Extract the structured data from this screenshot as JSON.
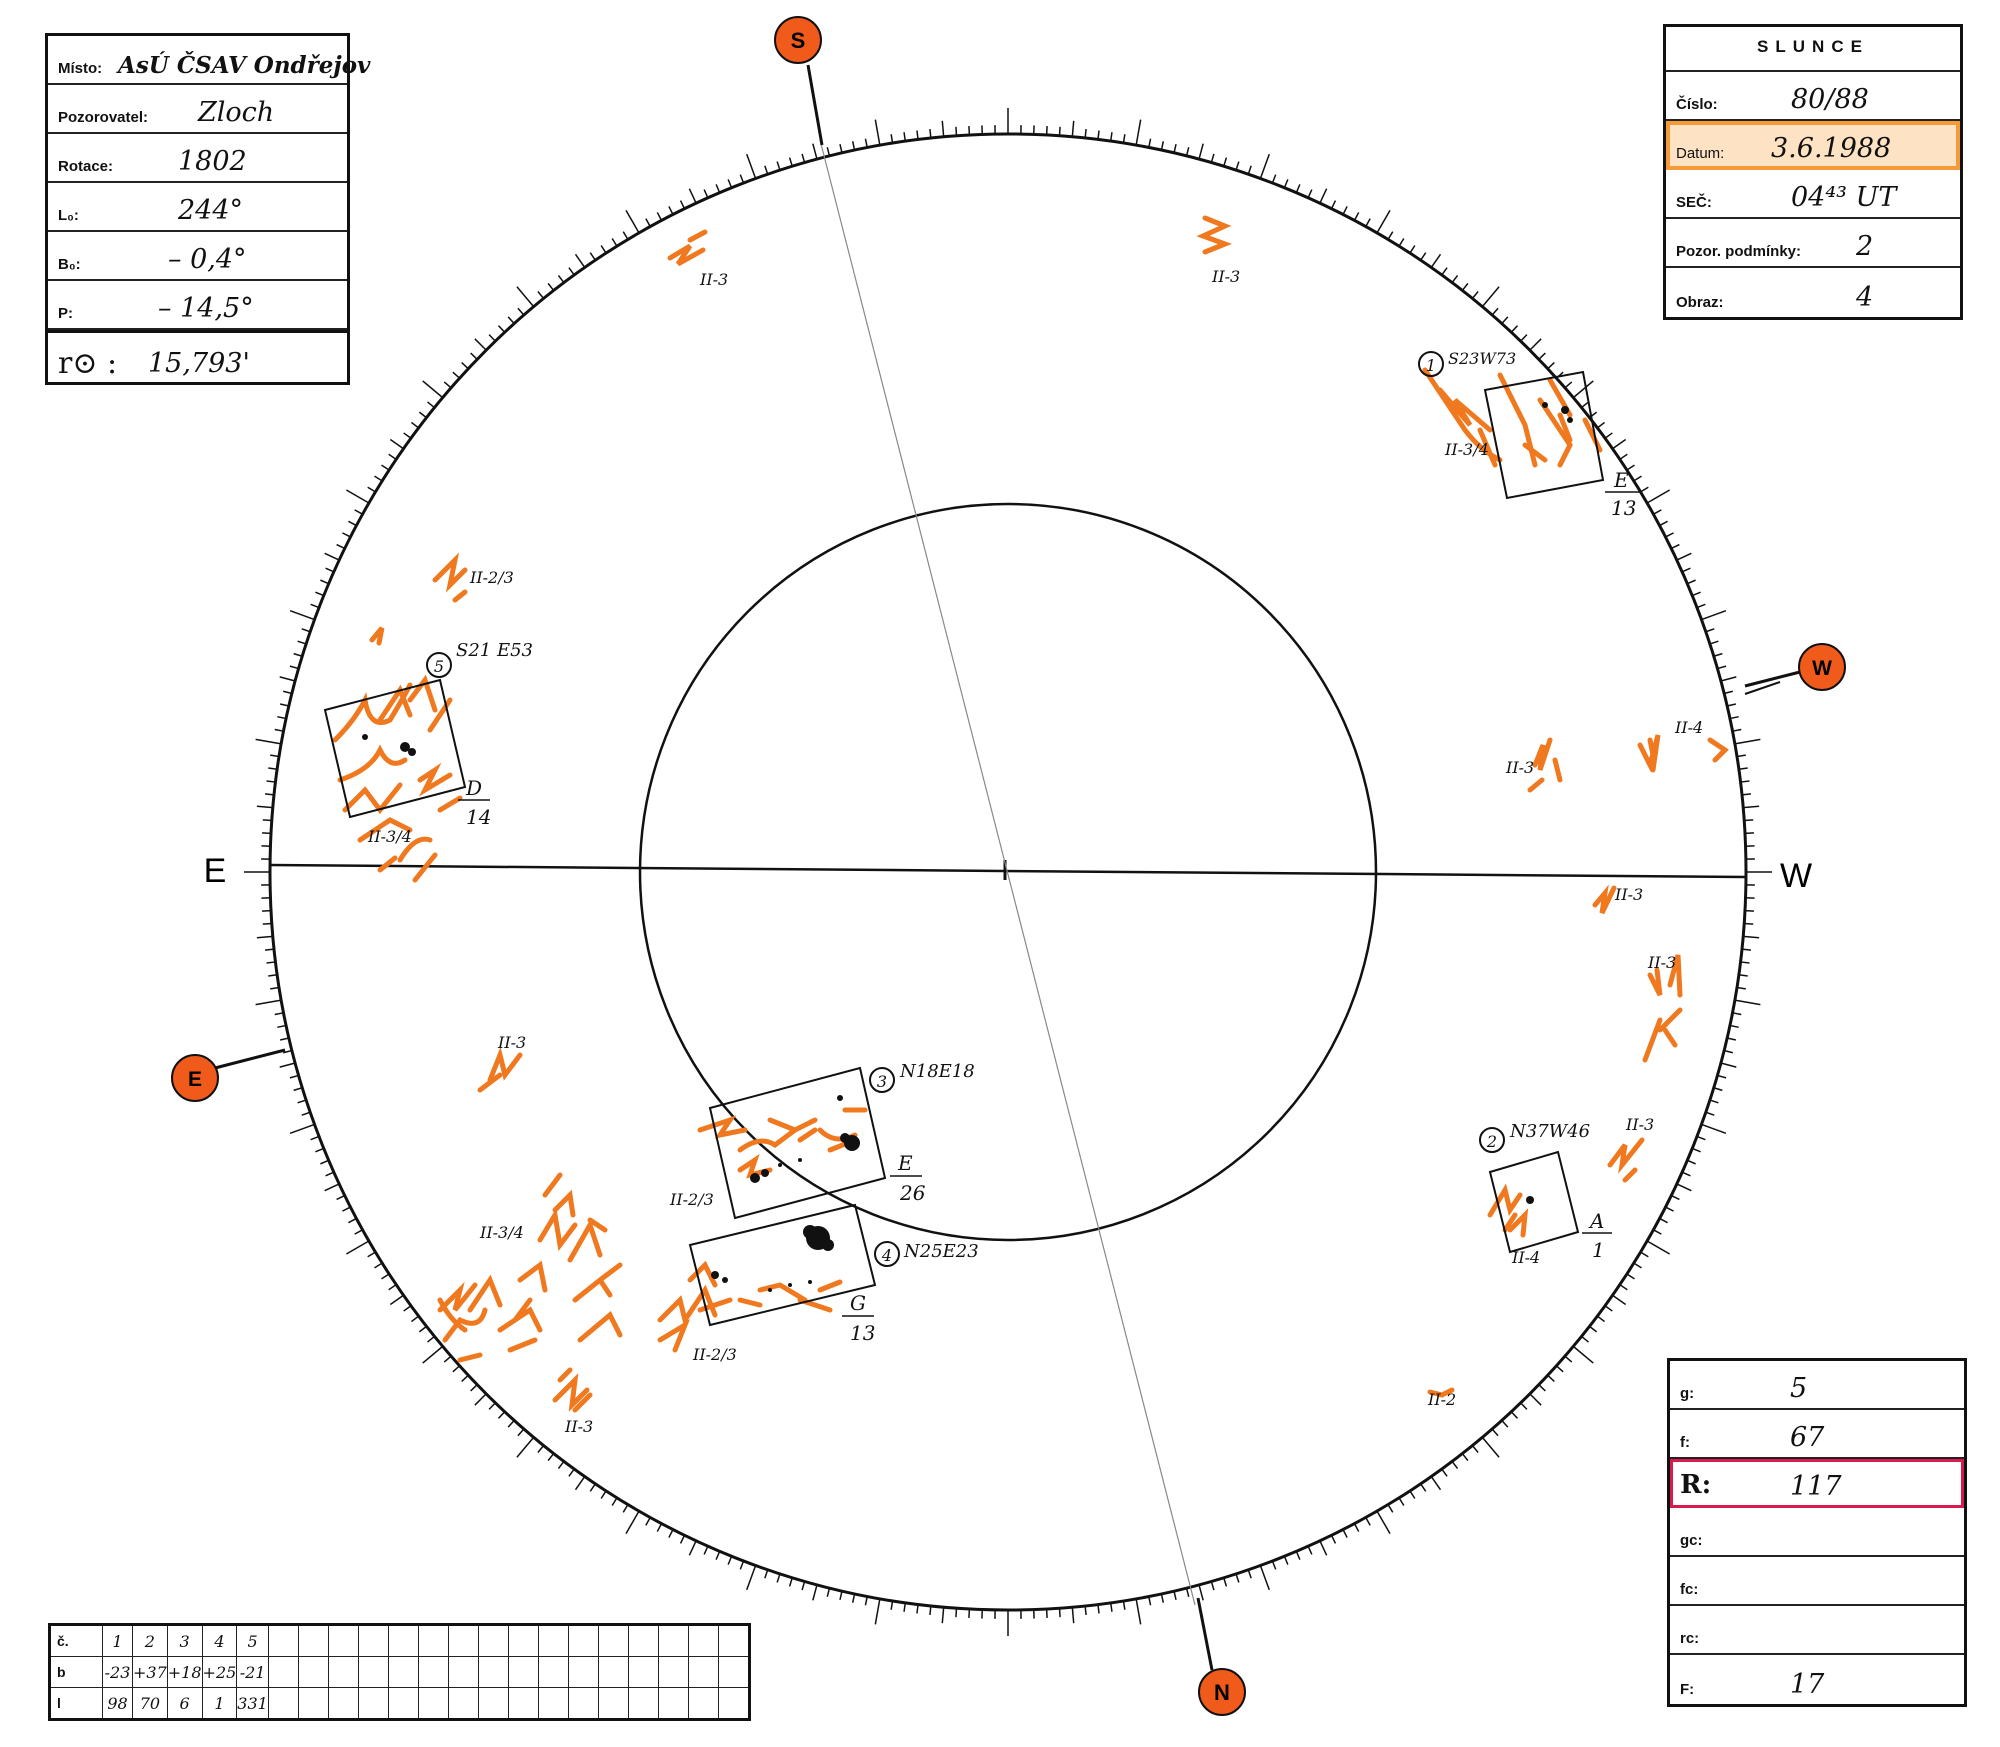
{
  "left_box": {
    "misto_label": "Místo:",
    "misto_value": "AsÚ ČSAV Ondřejov",
    "pozorovatel_label": "Pozorovatel:",
    "pozorovatel_value": "Zloch",
    "rotace_label": "Rotace:",
    "rotace_value": "1802",
    "l0_label": "L₀:",
    "l0_value": "244°",
    "b0_label": "B₀:",
    "b0_value": "– 0,4°",
    "p_label": "P:",
    "p_value": "– 14,5°",
    "r0_label": "r⊙ :",
    "r0_value": "15,793'"
  },
  "right_box": {
    "title": "SLUNCE",
    "cislo_label": "Číslo:",
    "cislo_value": "80/88",
    "datum_label": "Datum:",
    "datum_value": "3.6.1988",
    "sec_label": "SEČ:",
    "sec_value": "04⁴³ UT",
    "podminky_label": "Pozor. podmínky:",
    "podminky_value": "2",
    "obraz_label": "Obraz:",
    "obraz_value": "4"
  },
  "bottom_right_box": {
    "g_label": "g:",
    "g_value": "5",
    "f_label": "f:",
    "f_value": "67",
    "r_label": "R:",
    "r_value": "117",
    "gc_label": "gc:",
    "gc_value": "",
    "fc_label": "fc:",
    "fc_value": "",
    "rc_label": "rc:",
    "rc_value": "",
    "F_label": "F:",
    "F_value": "17"
  },
  "bottom_table": {
    "labels": [
      "č.",
      "b",
      "l"
    ],
    "c": [
      "1",
      "2",
      "3",
      "4",
      "5"
    ],
    "b": [
      "-23",
      "+37",
      "+18",
      "+25",
      "-21"
    ],
    "l": [
      "98",
      "70",
      "6",
      "1",
      "331"
    ],
    "empty_cols": 16
  },
  "directions": {
    "top_marker": "S",
    "bottom_marker": "N",
    "right_marker": "W",
    "left_marker": "E",
    "axis_left": "E",
    "axis_right": "W"
  },
  "colors": {
    "marker_fill": "#f05a1a",
    "facula": "#f0781e",
    "datum_highlight": "#f49a38",
    "r_highlight": "#d91a4e"
  },
  "groups": [
    {
      "num": "1",
      "text": "S23W73",
      "zurich": "E",
      "spots": "13"
    },
    {
      "num": "2",
      "text": "N37W46",
      "zurich": "A",
      "spots": "1"
    },
    {
      "num": "3",
      "text": "N18E18",
      "zurich": "E",
      "spots": "26"
    },
    {
      "num": "4",
      "text": "N25E23",
      "zurich": "G",
      "spots": "13"
    },
    {
      "num": "5",
      "text": "S21 E53",
      "zurich": "D",
      "spots": "14"
    }
  ],
  "facula_labels": [
    "II-3",
    "II-3",
    "II-3/4",
    "II-2/3",
    "II-3/4",
    "II-4",
    "II-3",
    "II-3",
    "II-3",
    "II-3",
    "II-4",
    "II-3",
    "II-2/3",
    "II-3/4",
    "II-2/3",
    "II-3",
    "II-2"
  ]
}
